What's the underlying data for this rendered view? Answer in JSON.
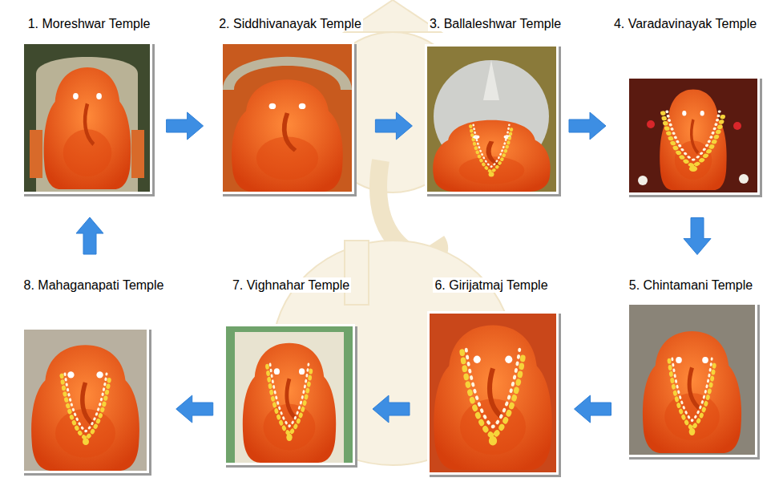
{
  "diagram": {
    "nodes": [
      {
        "text": [
          "1. Moreshwar Temple"
        ]
      },
      {
        "text": [
          "2. Siddhivanayak Temple"
        ]
      },
      {
        "text": [
          "3. Ballaleshwar Temple"
        ]
      },
      {
        "text": [
          "4. Varadavinayak Temple"
        ]
      },
      {
        "text": [
          "5. Chintamani Temple"
        ]
      },
      {
        "text": [
          "6. Girijatmaj Temple"
        ]
      },
      {
        "text": [
          "7. Vighnahar Temple"
        ]
      },
      {
        "text": [
          "8. Mahaganapati Temple"
        ]
      }
    ],
    "edges": [
      {
        "from": 0,
        "to": 1,
        "arrow": "to"
      },
      {
        "from": 1,
        "to": 2,
        "arrow": "to"
      },
      {
        "from": 2,
        "to": 3,
        "arrow": "to"
      },
      {
        "from": 3,
        "to": 4,
        "arrow": "to"
      },
      {
        "from": 4,
        "to": 5,
        "arrow": "to"
      },
      {
        "from": 5,
        "to": 6,
        "arrow": "to"
      },
      {
        "from": 6,
        "to": 7,
        "arrow": "to"
      },
      {
        "from": 7,
        "to": 0,
        "arrow": "to"
      }
    ]
  }
}
